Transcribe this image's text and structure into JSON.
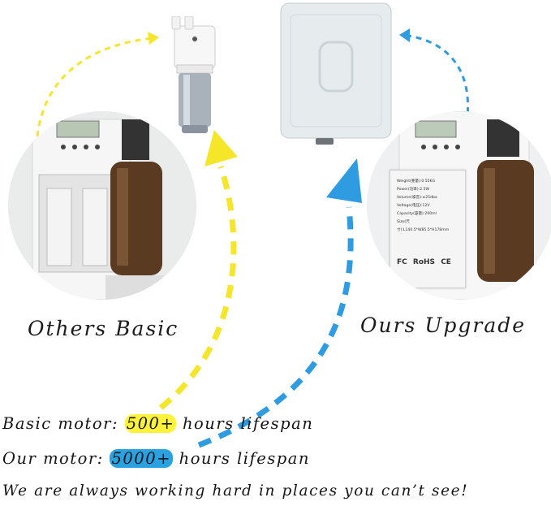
{
  "left_caption": "Others Basic",
  "right_caption": "Ours Upgrade",
  "basic_line": {
    "prefix": "Basic motor: ",
    "highlight": "500+",
    "suffix": " hours lifespan"
  },
  "ours_line": {
    "prefix": "Our motor: ",
    "highlight": "5000+",
    "suffix": " hours lifespan"
  },
  "slogan": "We are always working hard in places you can’t see!",
  "label_card": {
    "rows": [
      "Weight(重量):0.55KG",
      "Power(功率):2.5W",
      "Volume(噪音):≤25dba",
      "Voltage(电压):12V",
      "Capacity(容量):200ml",
      "Size(尺寸):L140.5*W85.5*H178mm"
    ],
    "marks": [
      "FC",
      "RoHS",
      "CE"
    ]
  },
  "colors": {
    "yellow_accent": "#fff23a",
    "blue_accent": "#2aa1e1",
    "yellow_arrow": "#f5e62a",
    "blue_arrow": "#2f9be0"
  }
}
